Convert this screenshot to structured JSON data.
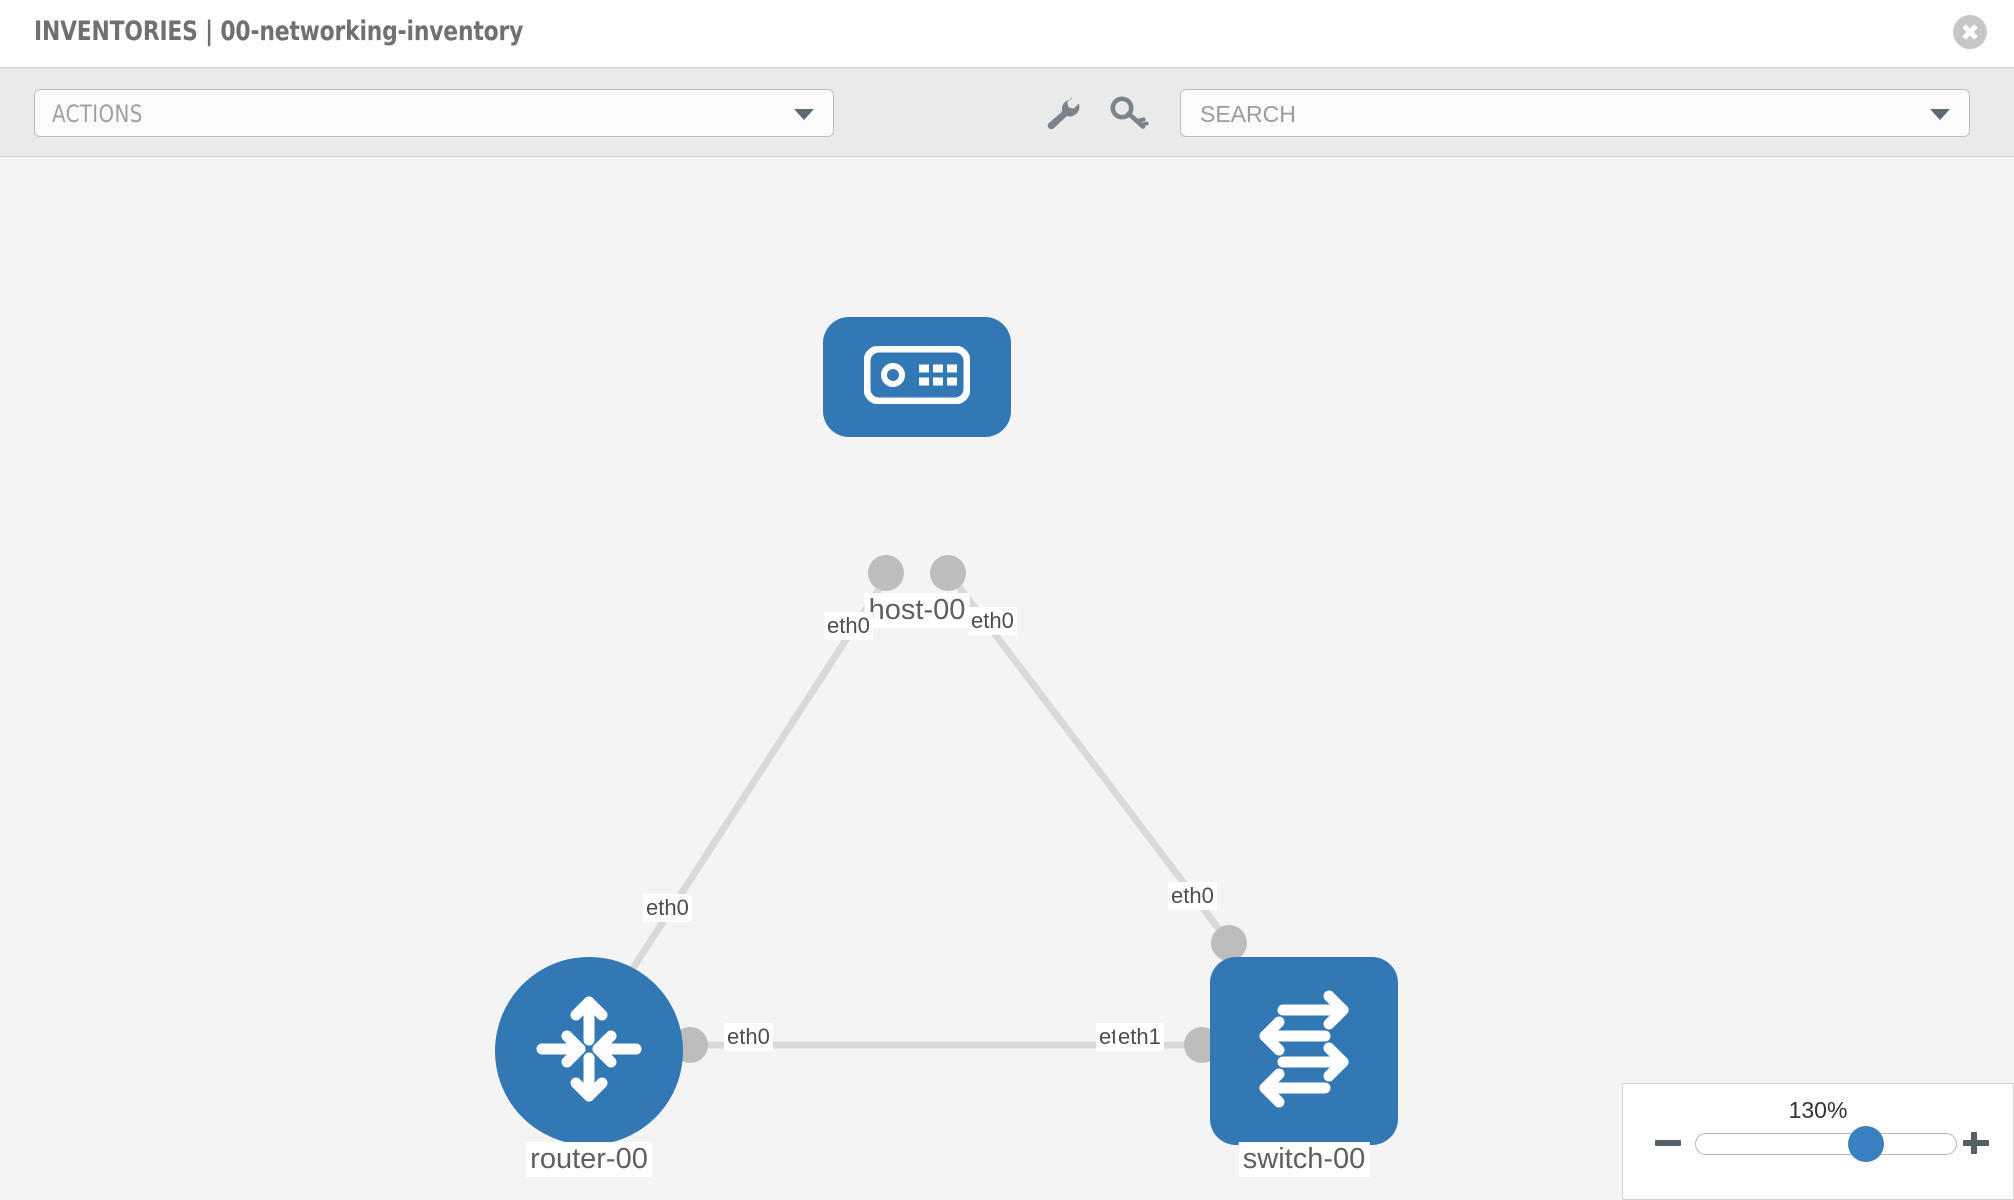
{
  "header": {
    "title": "INVENTORIES | 00-networking-inventory",
    "close_icon": "close-circle-icon"
  },
  "toolbar": {
    "actions_label": "ACTIONS",
    "actions_caret": "chevron-down-icon",
    "wrench_icon": "wrench-icon",
    "key_icon": "key-icon",
    "search_placeholder": "SEARCH",
    "search_value": "",
    "search_caret": "chevron-down-icon"
  },
  "colors": {
    "node_blue": "#3278b4",
    "connector_gray": "#bdbdbd",
    "edge_gray": "#d9d9d9",
    "canvas_bg": "#f4f4f4",
    "toolbar_bg": "#eaeaea",
    "title_gray": "#707070"
  },
  "topology": {
    "nodes": [
      {
        "id": "host-00",
        "label": "host-00",
        "type": "host",
        "shape": "rounded-square",
        "icon": "server-appliance-icon"
      },
      {
        "id": "router-00",
        "label": "router-00",
        "type": "router",
        "shape": "circle",
        "icon": "router-arrows-icon"
      },
      {
        "id": "switch-00",
        "label": "switch-00",
        "type": "switch",
        "shape": "rounded-square",
        "icon": "switch-arrows-icon"
      }
    ],
    "links": [
      {
        "from": "host-00",
        "from_iface": "eth0",
        "to": "router-00",
        "to_iface": "eth0"
      },
      {
        "from": "host-00",
        "from_iface": "eth0",
        "to": "switch-00",
        "to_iface": "eth0"
      },
      {
        "from": "router-00",
        "from_iface": "eth0",
        "to": "switch-00",
        "to_iface": "eth1"
      }
    ],
    "iface_labels": {
      "host_left": "eth0",
      "host_right": "eth0",
      "router_up": "eth0",
      "switch_up": "eth0",
      "router_right": "eth0",
      "switch_left_hidden": "eth",
      "switch_left": "eth1"
    }
  },
  "zoom": {
    "level": "130%",
    "minus_label": "zoom-out",
    "plus_label": "zoom-in"
  }
}
